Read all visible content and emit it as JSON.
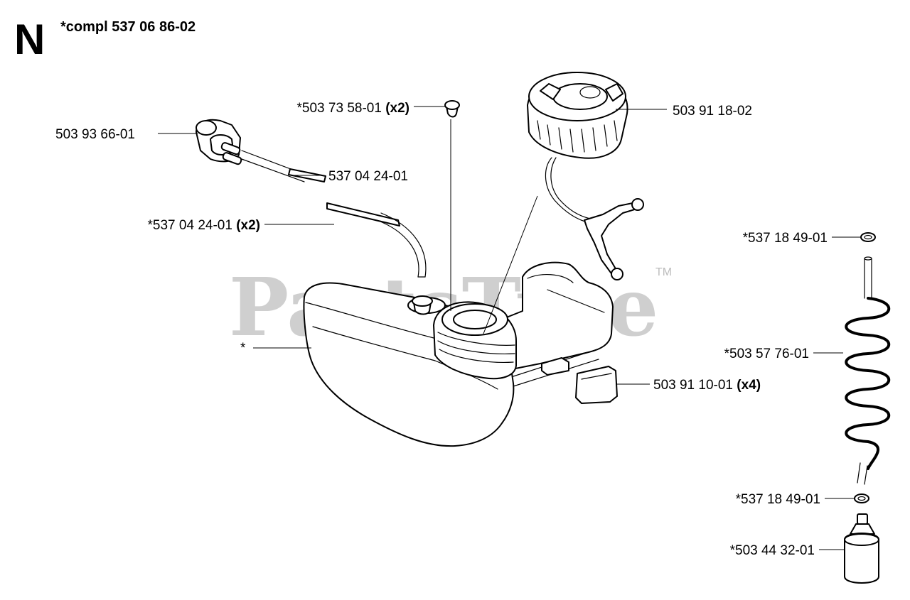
{
  "section_letter": "N",
  "assembly_note": "*compl 537 06 86-02",
  "watermark": "PartsTree",
  "watermark_tm": "TM",
  "parts": {
    "cap_part": {
      "number": "503 91 18-02",
      "qty": ""
    },
    "grommet_part": {
      "number": "*503 73 58-01",
      "qty": "(x2)"
    },
    "pump_part": {
      "number": "503 93 66-01",
      "qty": ""
    },
    "hose_a_part": {
      "number": "537 04 24-01",
      "qty": ""
    },
    "hose_b_part": {
      "number": "*537 04 24-01",
      "qty": "(x2)"
    },
    "tank_part": {
      "number": "*",
      "qty": ""
    },
    "rubber_part": {
      "number": "503 91 10-01",
      "qty": "(x4)"
    },
    "ring_top_part": {
      "number": "*537 18 49-01",
      "qty": ""
    },
    "coil_part": {
      "number": "*503 57 76-01",
      "qty": ""
    },
    "ring_bottom_part": {
      "number": "*537 18 49-01",
      "qty": ""
    },
    "filter_part": {
      "number": "*503 44 32-01",
      "qty": ""
    }
  }
}
